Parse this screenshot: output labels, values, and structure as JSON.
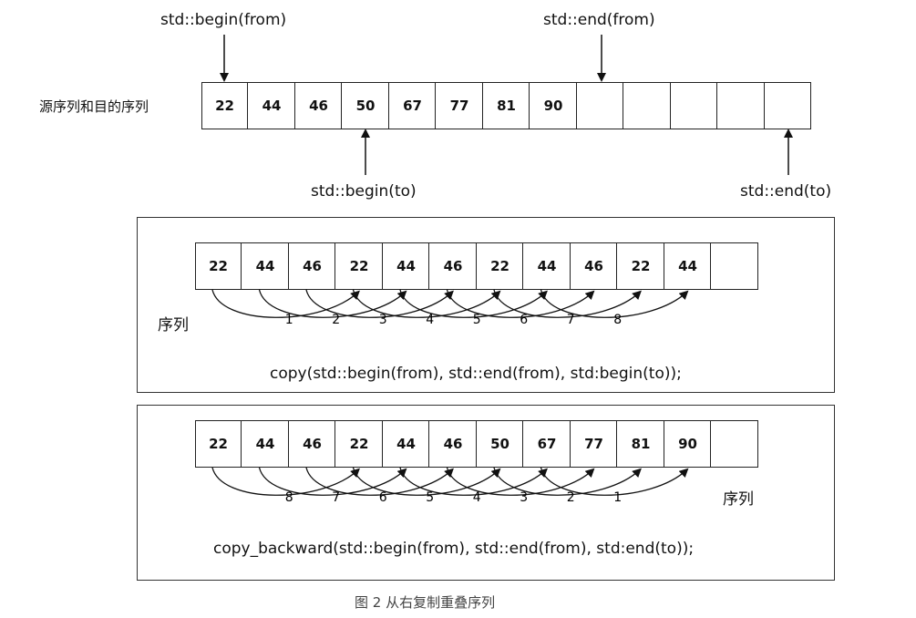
{
  "top": {
    "row_label": "源序列和目的序列",
    "values": [
      "22",
      "44",
      "46",
      "50",
      "67",
      "77",
      "81",
      "90",
      "",
      "",
      "",
      "",
      ""
    ],
    "ptr_begin_from": "std::begin(from)",
    "ptr_end_from": "std::end(from)",
    "ptr_begin_to": "std::begin(to)",
    "ptr_end_to": "std::end(to)"
  },
  "panel1": {
    "values": [
      "22",
      "44",
      "46",
      "22",
      "44",
      "46",
      "22",
      "44",
      "46",
      "22",
      "44",
      ""
    ],
    "seq_label": "序列",
    "arrow_numbers": [
      "1",
      "2",
      "3",
      "4",
      "5",
      "6",
      "7",
      "8"
    ],
    "code": "copy(std::begin(from), std::end(from), std:begin(to));"
  },
  "panel2": {
    "values": [
      "22",
      "44",
      "46",
      "22",
      "44",
      "46",
      "50",
      "67",
      "77",
      "81",
      "90",
      ""
    ],
    "seq_label": "序列",
    "arrow_numbers": [
      "8",
      "7",
      "6",
      "5",
      "4",
      "3",
      "2",
      "1"
    ],
    "code": "copy_backward(std::begin(from), std::end(from), std:end(to));"
  },
  "caption": "图 2 从右复制重叠序列"
}
